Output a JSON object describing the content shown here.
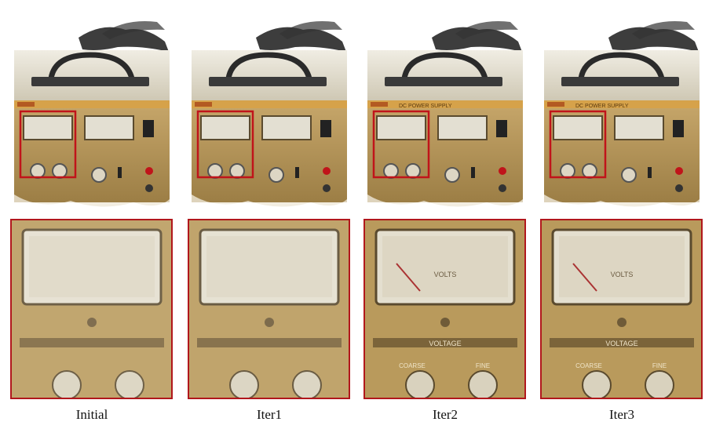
{
  "captions": [
    "Initial",
    "Iter1",
    "Iter2",
    "Iter3"
  ],
  "panels": [
    {
      "id": "initial",
      "caption_index": 0
    },
    {
      "id": "iter1",
      "caption_index": 1
    },
    {
      "id": "iter2",
      "caption_index": 2
    },
    {
      "id": "iter3",
      "caption_index": 3
    }
  ],
  "device": {
    "brand_strip_text": "DC POWER SUPPLY",
    "meter_label": "VOLTS",
    "section_label": "VOLTAGE",
    "knob_labels": [
      "COARSE",
      "FINE"
    ]
  },
  "colors": {
    "highlight_box": "#c0141a",
    "panel_body": "#b99a5c",
    "top_cover": "#e2ddcf",
    "handle": "#2a2a2a",
    "brand_strip": "#d6a24a"
  }
}
